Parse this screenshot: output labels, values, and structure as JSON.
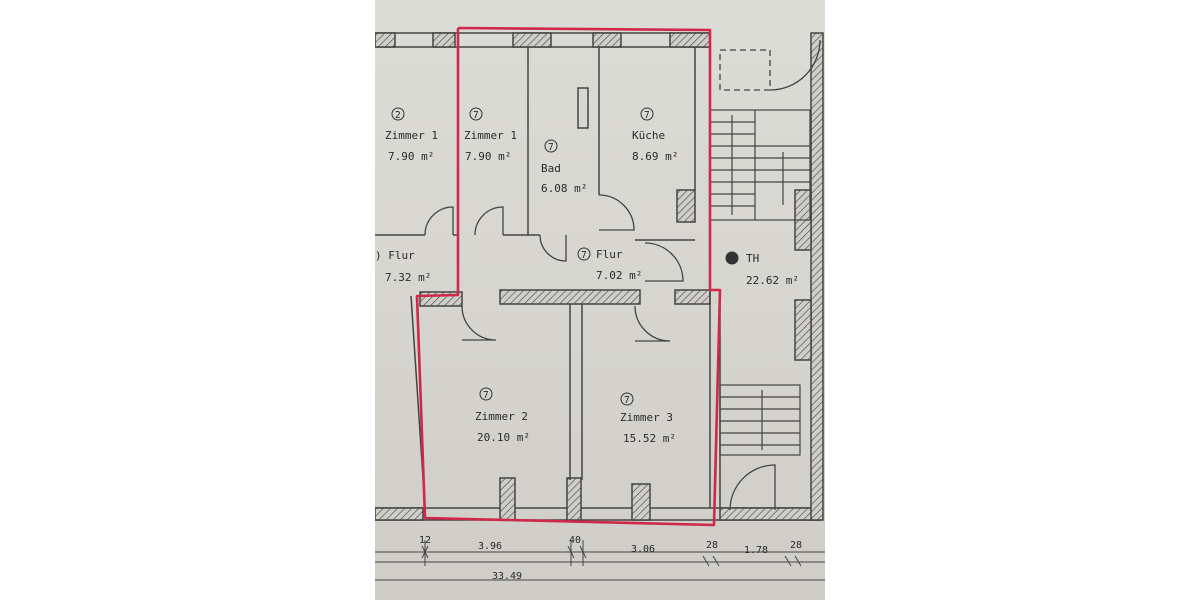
{
  "rooms": {
    "zimmer1_left": {
      "number": "2",
      "name": "Zimmer  1",
      "area": "7.90  m²"
    },
    "zimmer1": {
      "number": "7",
      "name": "Zimmer  1",
      "area": "7.90  m²"
    },
    "bad": {
      "number": "7",
      "name": "Bad",
      "area": "6.08  m²"
    },
    "kueche": {
      "number": "7",
      "name": "Küche",
      "area": "8.69  m²"
    },
    "flur_left": {
      "name": ") Flur",
      "area": "7.32  m²"
    },
    "flur": {
      "number": "7",
      "name": "Flur",
      "area": "7.02  m²"
    },
    "th": {
      "name": "TH",
      "area": "22.62  m²"
    },
    "zimmer2": {
      "number": "7",
      "name": "Zimmer  2",
      "area": "20.10  m²"
    },
    "zimmer3": {
      "number": "7",
      "name": "Zimmer  3",
      "area": "15.52  m²"
    }
  },
  "dimensions": {
    "d1": "12",
    "d2": "3.96",
    "d3": "40",
    "d4": "3.06",
    "d5": "28",
    "d6": "1.78",
    "d7": "28",
    "total": "33.49"
  },
  "colors": {
    "outline": "#d0284a",
    "wall": "#555555",
    "paper": "#d8d7d1"
  }
}
